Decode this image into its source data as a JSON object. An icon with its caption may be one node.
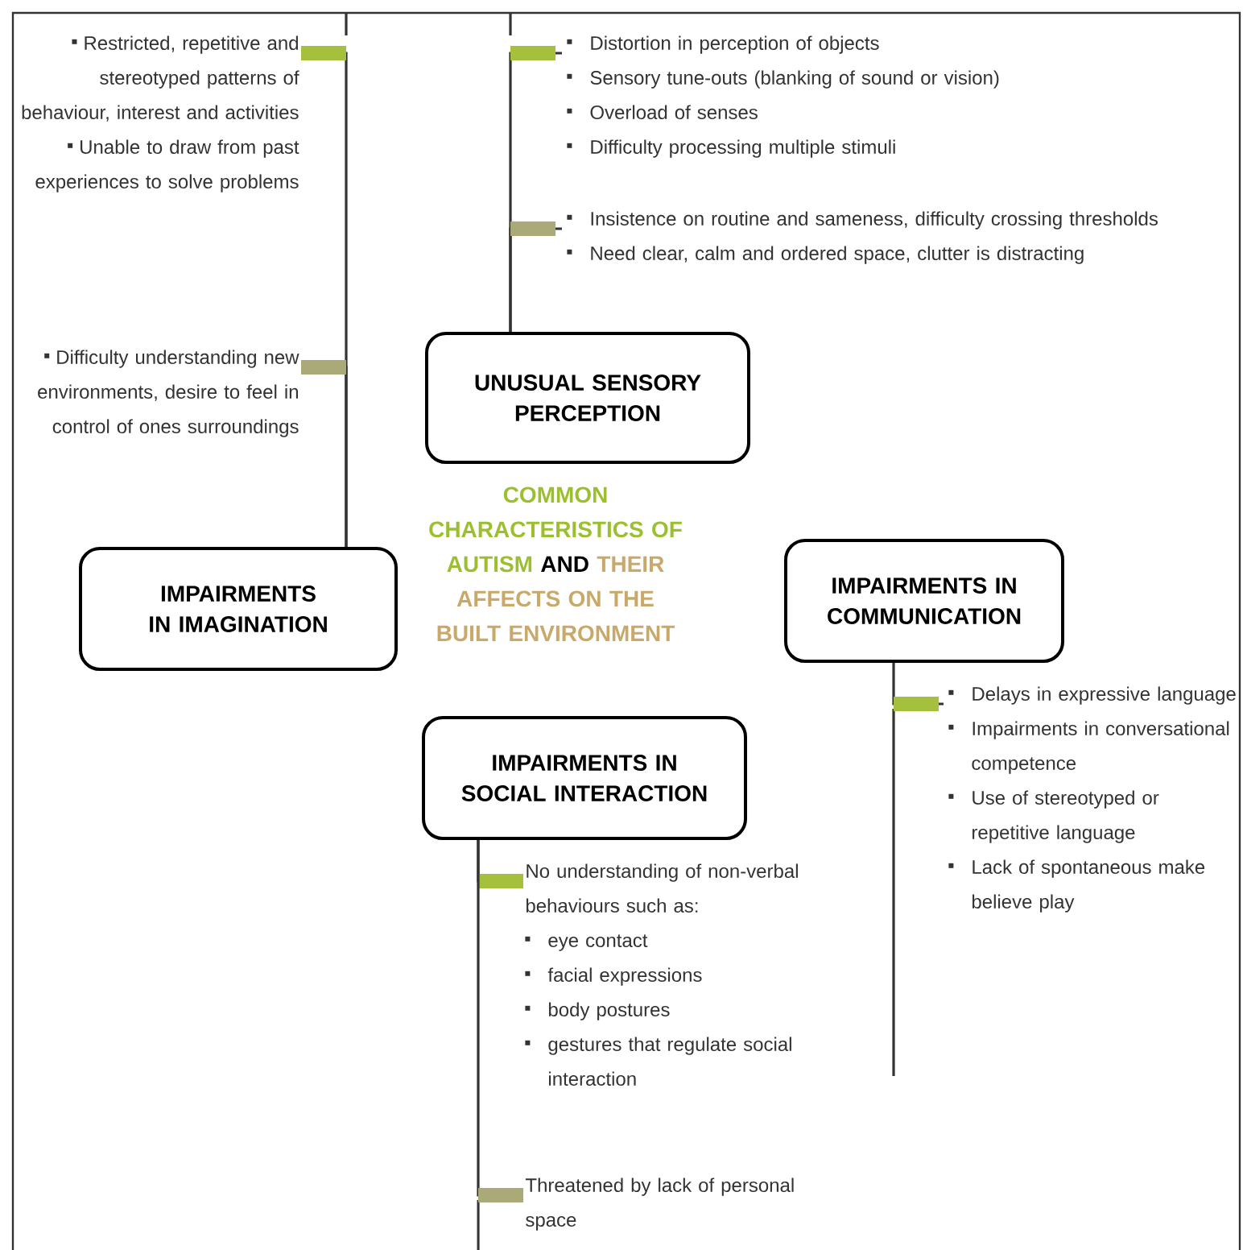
{
  "diagram": {
    "nodes": [
      {
        "text": [
          "IMPAIRMENTS IN IMAGINATION"
        ]
      },
      {
        "text": [
          "UNUSUAL SENSORY PERCEPTION"
        ]
      },
      {
        "text": [
          "IMPAIRMENTS IN COMMUNICATION"
        ]
      },
      {
        "text": [
          "IMPAIRMENTS IN SOCIAL INTERACTION"
        ]
      },
      {
        "text": [
          "Restricted, repetitive and stereotyped patterns of behaviour, interest and activities",
          "Unable to draw from past experiences to solve problems"
        ]
      },
      {
        "text": [
          "Difficulty understanding new environments, desire to feel in control of ones surroundings"
        ]
      },
      {
        "text": [
          "Distortion in perception of objects",
          "Sensory tune-outs (blanking of sound or vision)",
          "Overload of senses",
          "Difficulty processing multiple stimuli"
        ]
      },
      {
        "text": [
          "Insistence on routine and sameness, difficulty crossing thresholds",
          "Need clear, calm and ordered space, clutter is distracting"
        ]
      },
      {
        "text": [
          "Delays in expressive language",
          "Impairments in conversational competence",
          "Use of stereotyped or repetitive language",
          "Lack of spontaneous make believe play"
        ]
      },
      {
        "text": [
          "No understanding of non-verbal behaviours such as:",
          "eye contact",
          "facial expressions",
          "body postures",
          "gestures that regulate social interaction"
        ]
      },
      {
        "text": [
          "Threatened by lack of personal space"
        ]
      }
    ],
    "edges": [
      {
        "from": 0,
        "to": 4,
        "arrow": "other"
      },
      {
        "from": 0,
        "to": 5,
        "arrow": "other"
      },
      {
        "from": 1,
        "to": 6,
        "arrow": "other"
      },
      {
        "from": 1,
        "to": 7,
        "arrow": "other"
      },
      {
        "from": 2,
        "to": 8,
        "arrow": "other"
      },
      {
        "from": 3,
        "to": 9,
        "arrow": "other"
      },
      {
        "from": 3,
        "to": 10,
        "arrow": "other"
      }
    ],
    "labels": [
      "COMMON CHARACTERISTICS OF AUTISM",
      "AND",
      "THEIR AFFECTS ON THE BUILT ENVIRONMENT"
    ]
  }
}
